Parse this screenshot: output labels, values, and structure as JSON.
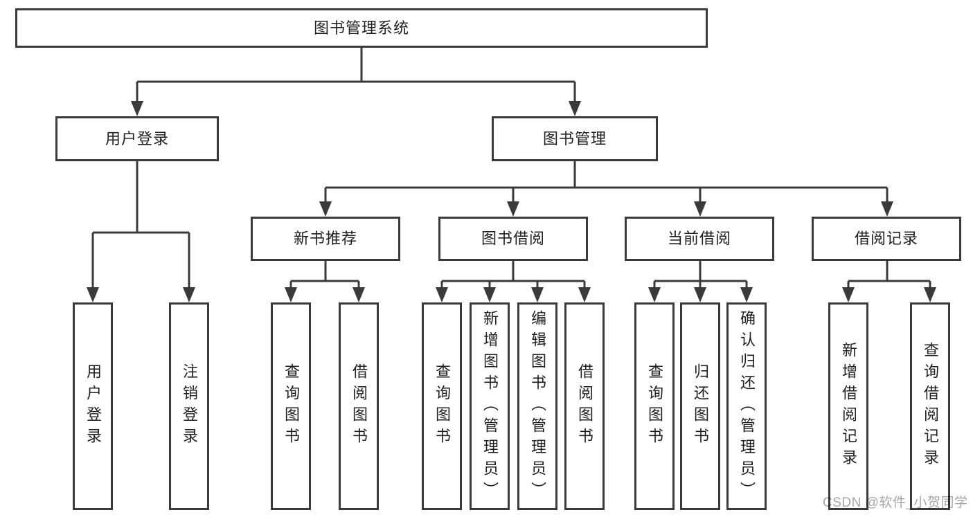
{
  "diagram": {
    "root": {
      "label": "图书管理系统"
    },
    "branches": [
      {
        "label": "用户登录",
        "children": [
          {
            "label": "用户登录"
          },
          {
            "label": "注销登录"
          }
        ]
      },
      {
        "label": "图书管理",
        "children": [
          {
            "label": "新书推荐",
            "children": [
              {
                "label": "查询图书"
              },
              {
                "label": "借阅图书"
              }
            ]
          },
          {
            "label": "图书借阅",
            "children": [
              {
                "label": "查询图书"
              },
              {
                "label": "新增图书（管理员）"
              },
              {
                "label": "编辑图书（管理员）"
              },
              {
                "label": "借阅图书"
              }
            ]
          },
          {
            "label": "当前借阅",
            "children": [
              {
                "label": "查询图书"
              },
              {
                "label": "归还图书"
              },
              {
                "label": "确认归还（管理员）"
              }
            ]
          },
          {
            "label": "借阅记录",
            "children": [
              {
                "label": "新增借阅记录"
              },
              {
                "label": "查询借阅记录"
              }
            ]
          }
        ]
      }
    ]
  },
  "watermark": {
    "text": "CSDN @软件_小贺同学"
  },
  "colors": {
    "line": "#3a3a3a",
    "box_border": "#3a3a3a",
    "text": "#1f1f1f",
    "watermark": "#a6a6a6",
    "background": "#ffffff"
  }
}
